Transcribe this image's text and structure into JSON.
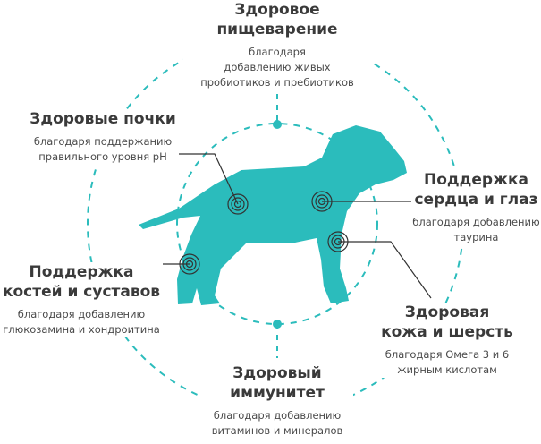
{
  "colors": {
    "accent": "#2bbcbc",
    "text": "#3a3a3a",
    "line": "#333333"
  },
  "benefits": {
    "digestion": {
      "title_1": "Здоровое",
      "title_2": "пищеварение",
      "sub_1": "благодаря",
      "sub_2": "добавлению живых",
      "sub_3": "пробиотиков и пребиотиков"
    },
    "kidneys": {
      "title_1": "Здоровые почки",
      "sub_1": "благодаря поддержанию",
      "sub_2": "правильного уровня pH"
    },
    "heart": {
      "title_1": "Поддержка",
      "title_2": "сердца и глаз",
      "sub_1": "благодаря добавлению",
      "sub_2": "таурина"
    },
    "bones": {
      "title_1": "Поддержка",
      "title_2": "костей и суставов",
      "sub_1": "благодаря добавлению",
      "sub_2": "глюкозамина и хондроитина"
    },
    "skin": {
      "title_1": "Здоровая",
      "title_2": "кожа и шерсть",
      "sub_1": "благодаря Омега 3 и 6",
      "sub_2": "жирным кислотам"
    },
    "immunity": {
      "title_1": "Здоровый",
      "title_2": "иммунитет",
      "sub_1": "благодаря добавлению",
      "sub_2": "витаминов и минералов"
    }
  }
}
